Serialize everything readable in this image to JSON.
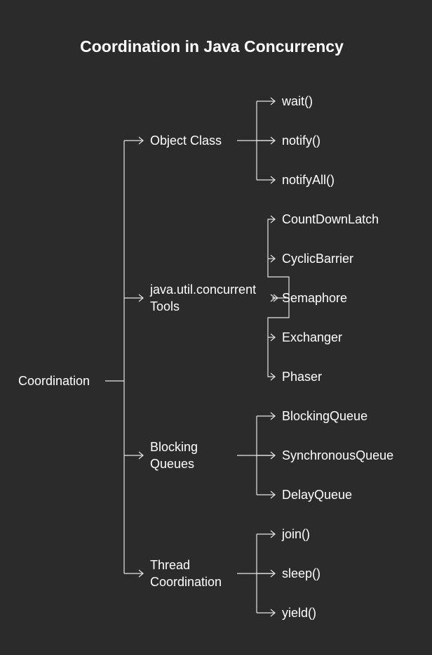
{
  "title": "Coordination in Java Concurrency",
  "colors": {
    "background": "#2b2b2b",
    "text": "#ffffff",
    "line": "#e6e6e6"
  },
  "tree": {
    "label": "Coordination",
    "children": [
      {
        "label": "Object Class",
        "children": [
          {
            "label": "wait()"
          },
          {
            "label": "notify()"
          },
          {
            "label": "notifyAll()"
          }
        ]
      },
      {
        "label": "java.util.concurrent Tools",
        "lines": [
          "java.util.concurrent",
          "Tools"
        ],
        "children": [
          {
            "label": "CountDownLatch"
          },
          {
            "label": "CyclicBarrier"
          },
          {
            "label": "Semaphore"
          },
          {
            "label": "Exchanger"
          },
          {
            "label": "Phaser"
          }
        ]
      },
      {
        "label": "Blocking Queues",
        "lines": [
          "Blocking",
          "Queues"
        ],
        "children": [
          {
            "label": "BlockingQueue"
          },
          {
            "label": "SynchronousQueue"
          },
          {
            "label": "DelayQueue"
          }
        ]
      },
      {
        "label": "Thread Coordination",
        "lines": [
          "Thread",
          "Coordination"
        ],
        "children": [
          {
            "label": "join()"
          },
          {
            "label": "sleep()"
          },
          {
            "label": "yield()"
          }
        ]
      }
    ]
  }
}
